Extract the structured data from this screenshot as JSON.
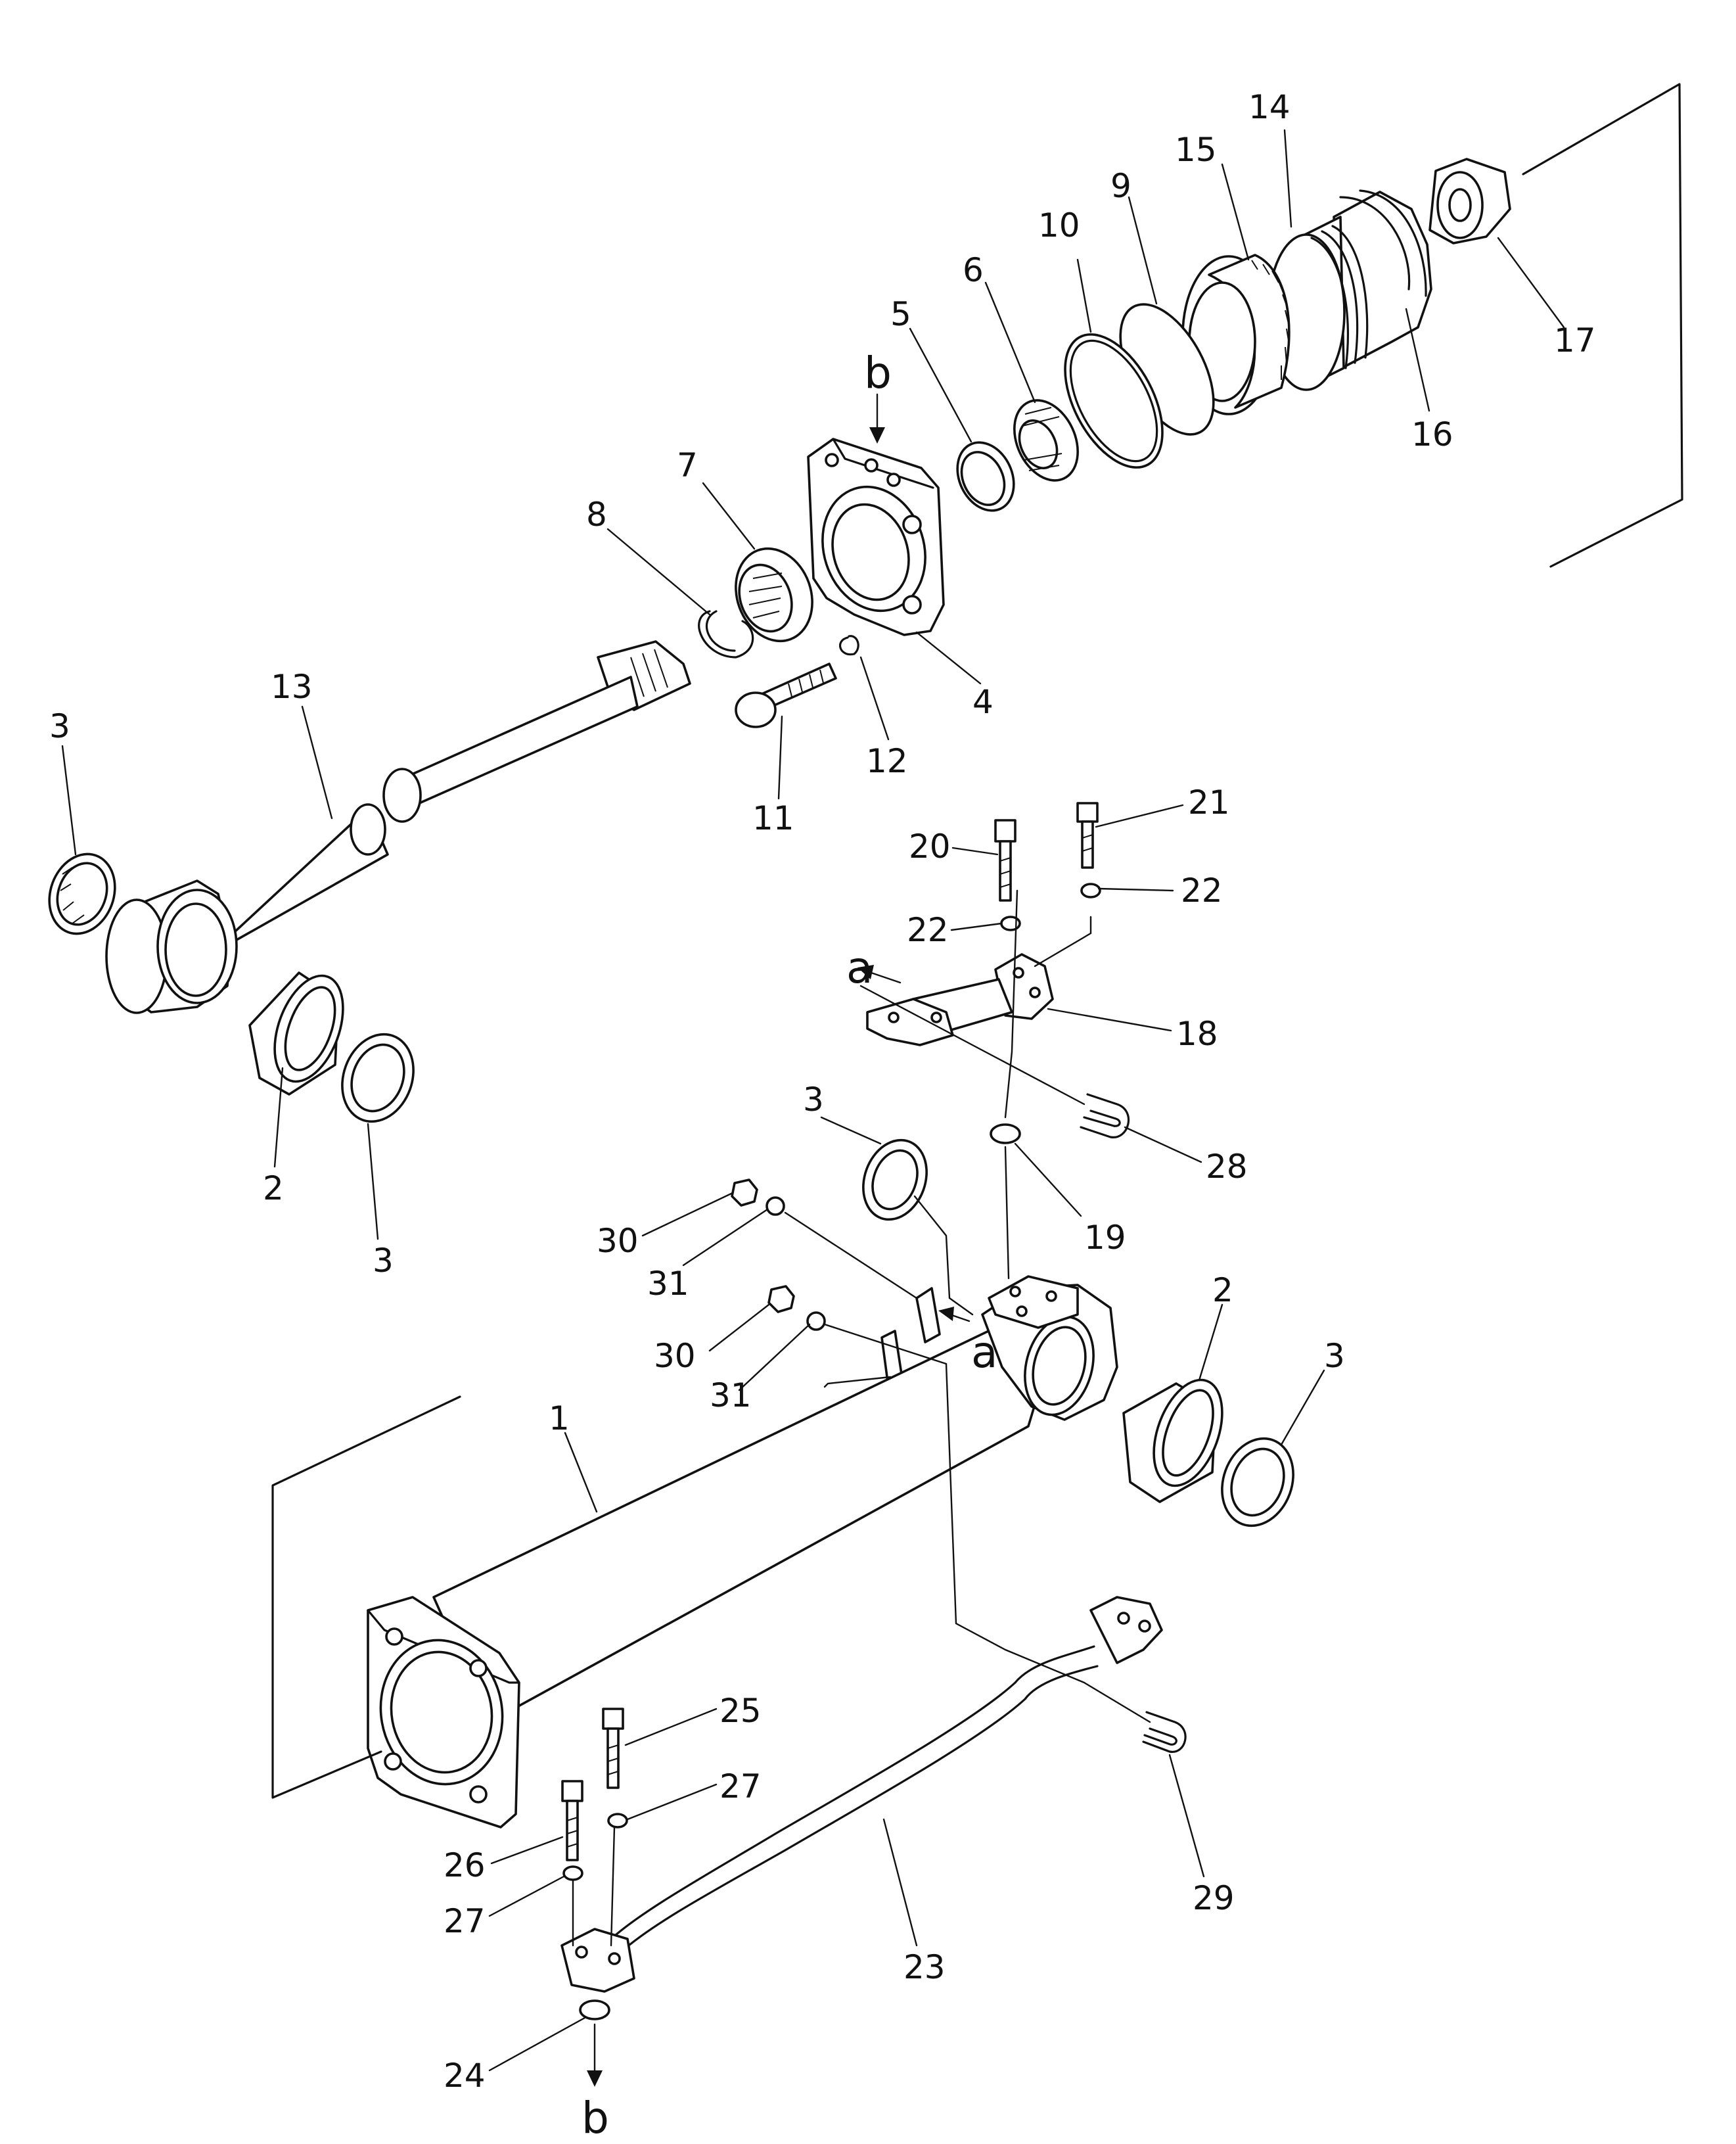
{
  "diagram": {
    "type": "exploded parts diagram",
    "callouts": [
      {
        "id": "c14a",
        "text": "14"
      },
      {
        "id": "c15",
        "text": "15"
      },
      {
        "id": "c9",
        "text": "9"
      },
      {
        "id": "c10",
        "text": "10"
      },
      {
        "id": "c17",
        "text": "17"
      },
      {
        "id": "c16",
        "text": "16"
      },
      {
        "id": "c6",
        "text": "6"
      },
      {
        "id": "c5",
        "text": "5"
      },
      {
        "id": "c7",
        "text": "7"
      },
      {
        "id": "c8",
        "text": "8"
      },
      {
        "id": "c4",
        "text": "4"
      },
      {
        "id": "c12",
        "text": "12"
      },
      {
        "id": "c11",
        "text": "11"
      },
      {
        "id": "c13",
        "text": "13"
      },
      {
        "id": "c3a",
        "text": "3"
      },
      {
        "id": "c21",
        "text": "21"
      },
      {
        "id": "c20",
        "text": "20"
      },
      {
        "id": "c22a",
        "text": "22"
      },
      {
        "id": "c22b",
        "text": "22"
      },
      {
        "id": "c18",
        "text": "18"
      },
      {
        "id": "c28",
        "text": "28"
      },
      {
        "id": "c2a",
        "text": "2"
      },
      {
        "id": "c3b",
        "text": "3"
      },
      {
        "id": "c3c",
        "text": "3"
      },
      {
        "id": "c19",
        "text": "19"
      },
      {
        "id": "c30a",
        "text": "30"
      },
      {
        "id": "c31a",
        "text": "31"
      },
      {
        "id": "c30b",
        "text": "30"
      },
      {
        "id": "c31b",
        "text": "31"
      },
      {
        "id": "c2b",
        "text": "2"
      },
      {
        "id": "c3d",
        "text": "3"
      },
      {
        "id": "c1",
        "text": "1"
      },
      {
        "id": "c25",
        "text": "25"
      },
      {
        "id": "c27a",
        "text": "27"
      },
      {
        "id": "c26",
        "text": "26"
      },
      {
        "id": "c27b",
        "text": "27"
      },
      {
        "id": "c29",
        "text": "29"
      },
      {
        "id": "c23",
        "text": "23"
      },
      {
        "id": "c24",
        "text": "24"
      }
    ],
    "refs": [
      {
        "id": "rb1",
        "text": "b"
      },
      {
        "id": "ra1",
        "text": "a"
      },
      {
        "id": "ra2",
        "text": "a"
      },
      {
        "id": "rb2",
        "text": "b"
      }
    ]
  }
}
